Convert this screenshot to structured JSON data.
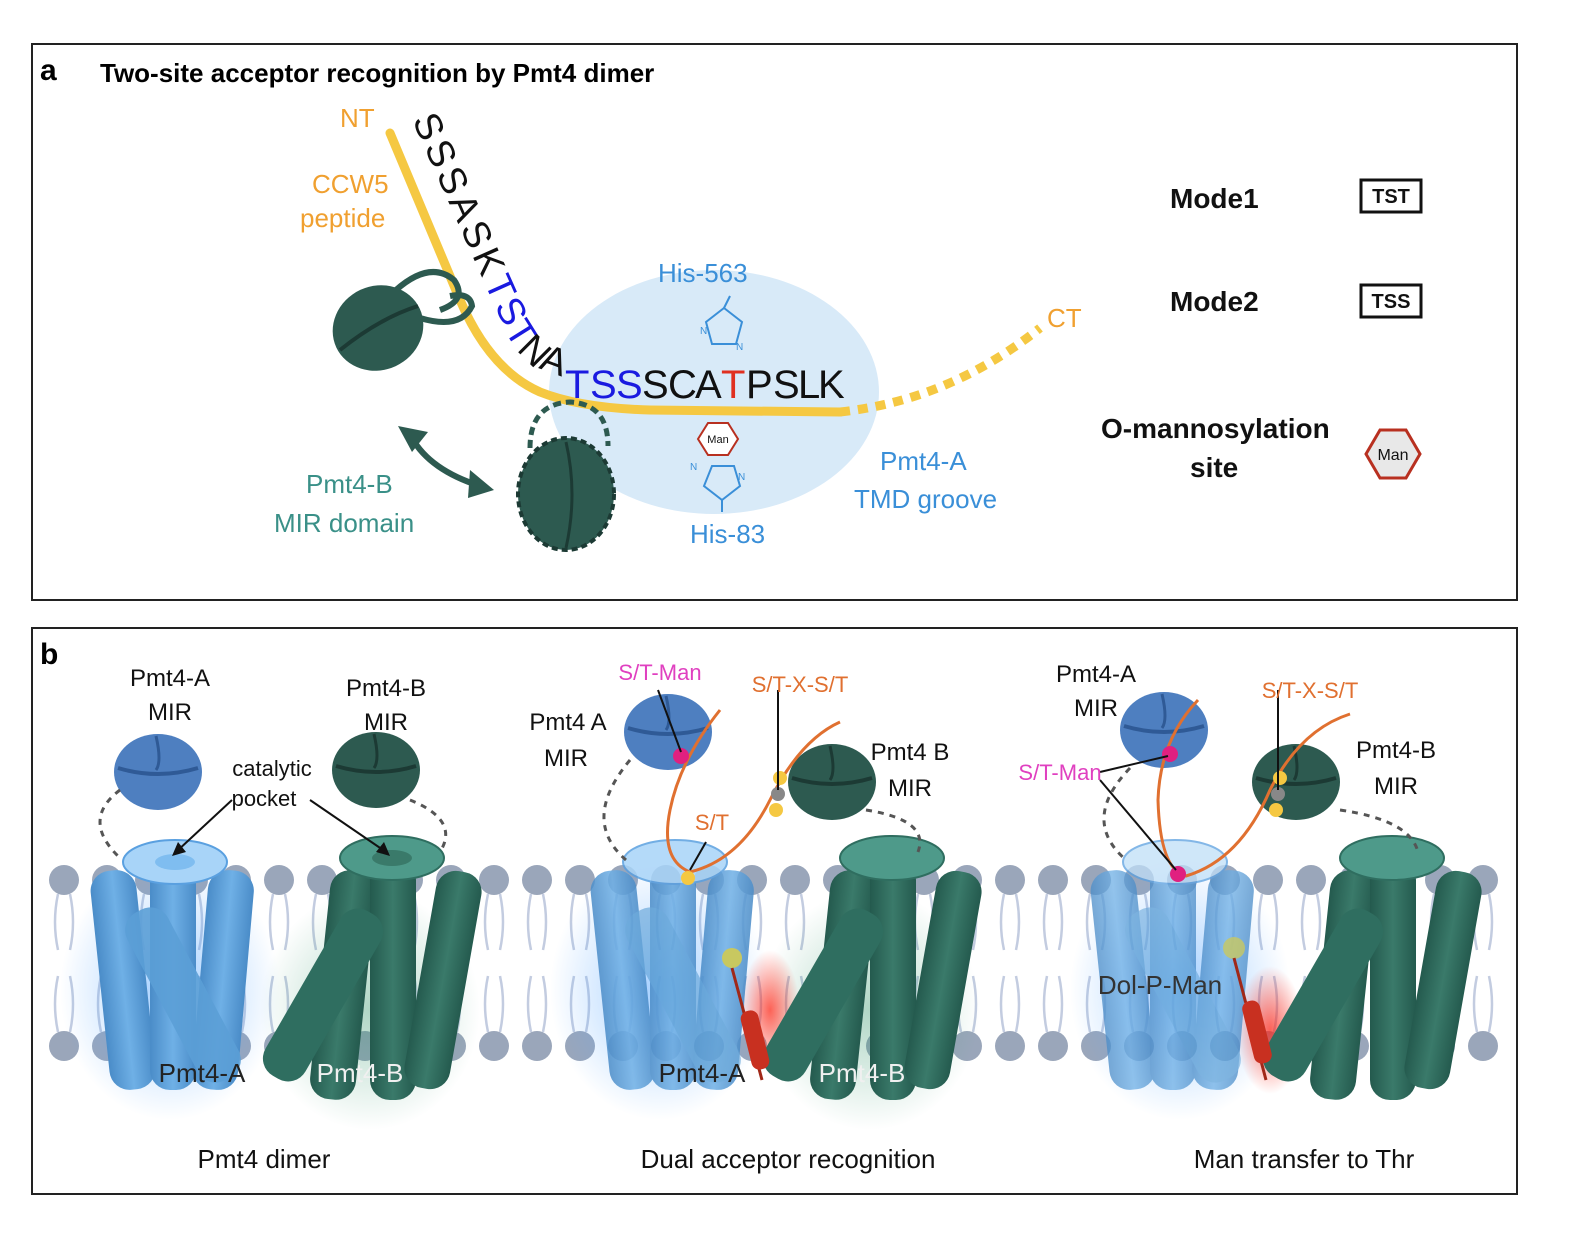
{
  "panel_a": {
    "letter": "a",
    "title": "Two-site acceptor recognition by Pmt4 dimer",
    "nt": "NT",
    "ct": "CT",
    "peptide_line1": "CCW5",
    "peptide_line2": "peptide",
    "seq_vertical": [
      "S",
      "S",
      "S",
      "A",
      "S",
      "K",
      "T",
      "S",
      "T",
      "N",
      "A"
    ],
    "seq_horizontal": [
      "T",
      "S",
      "S",
      "S",
      "C",
      "A",
      "T",
      "P",
      "S",
      "L",
      "K"
    ],
    "his563": "His-563",
    "his83": "His-83",
    "man": "Man",
    "pmt4b_line1": "Pmt4-B",
    "pmt4b_line2": "MIR domain",
    "pmt4a_line1": "Pmt4-A",
    "pmt4a_line2": "TMD groove",
    "legend": {
      "mode1": "Mode1",
      "mode1_box": "TST",
      "mode2": "Mode2",
      "mode2_box": "TSS",
      "omann_line1": "O-mannosylation",
      "omann_line2": "site",
      "omann_icon": "Man"
    }
  },
  "panel_b": {
    "letter": "b",
    "scene1": {
      "a_mir_line1": "Pmt4-A",
      "a_mir_line2": "MIR",
      "b_mir_line1": "Pmt4-B",
      "b_mir_line2": "MIR",
      "pocket_line1": "catalytic",
      "pocket_line2": "pocket",
      "tm_a": "Pmt4-A",
      "tm_b": "Pmt4-B",
      "caption": "Pmt4 dimer"
    },
    "scene2": {
      "st_man": "S/T-Man",
      "stxst": "S/T-X-S/T",
      "a_mir_line1": "Pmt4 A",
      "a_mir_line2": "MIR",
      "b_mir_line1": "Pmt4 B",
      "b_mir_line2": "MIR",
      "st": "S/T",
      "tm_a": "Pmt4-A",
      "tm_b": "Pmt4-B",
      "caption": "Dual acceptor recognition"
    },
    "scene3": {
      "a_mir_line1": "Pmt4-A",
      "a_mir_line2": "MIR",
      "stxst": "S/T-X-S/T",
      "st_man": "S/T-Man",
      "b_mir_line1": "Pmt4-B",
      "b_mir_line2": "MIR",
      "dolpman": "Dol-P-Man",
      "caption": "Man transfer to Thr"
    }
  },
  "colors": {
    "peptide": "#f5c842",
    "orange_text": "#f0a030",
    "dark_green": "#2d5a50",
    "teal_text": "#3a9088",
    "light_blue_text": "#3a8fd8",
    "groove": "#d8eaf8",
    "blue_tm": "#5b9fd6",
    "green_tm": "#2f6e60",
    "mir_blue": "#4e7fc0",
    "magenta": "#e040c0",
    "orange_chain": "#e07030",
    "red_sites": "#e03020",
    "seq_blue": "#1a1ae0"
  }
}
